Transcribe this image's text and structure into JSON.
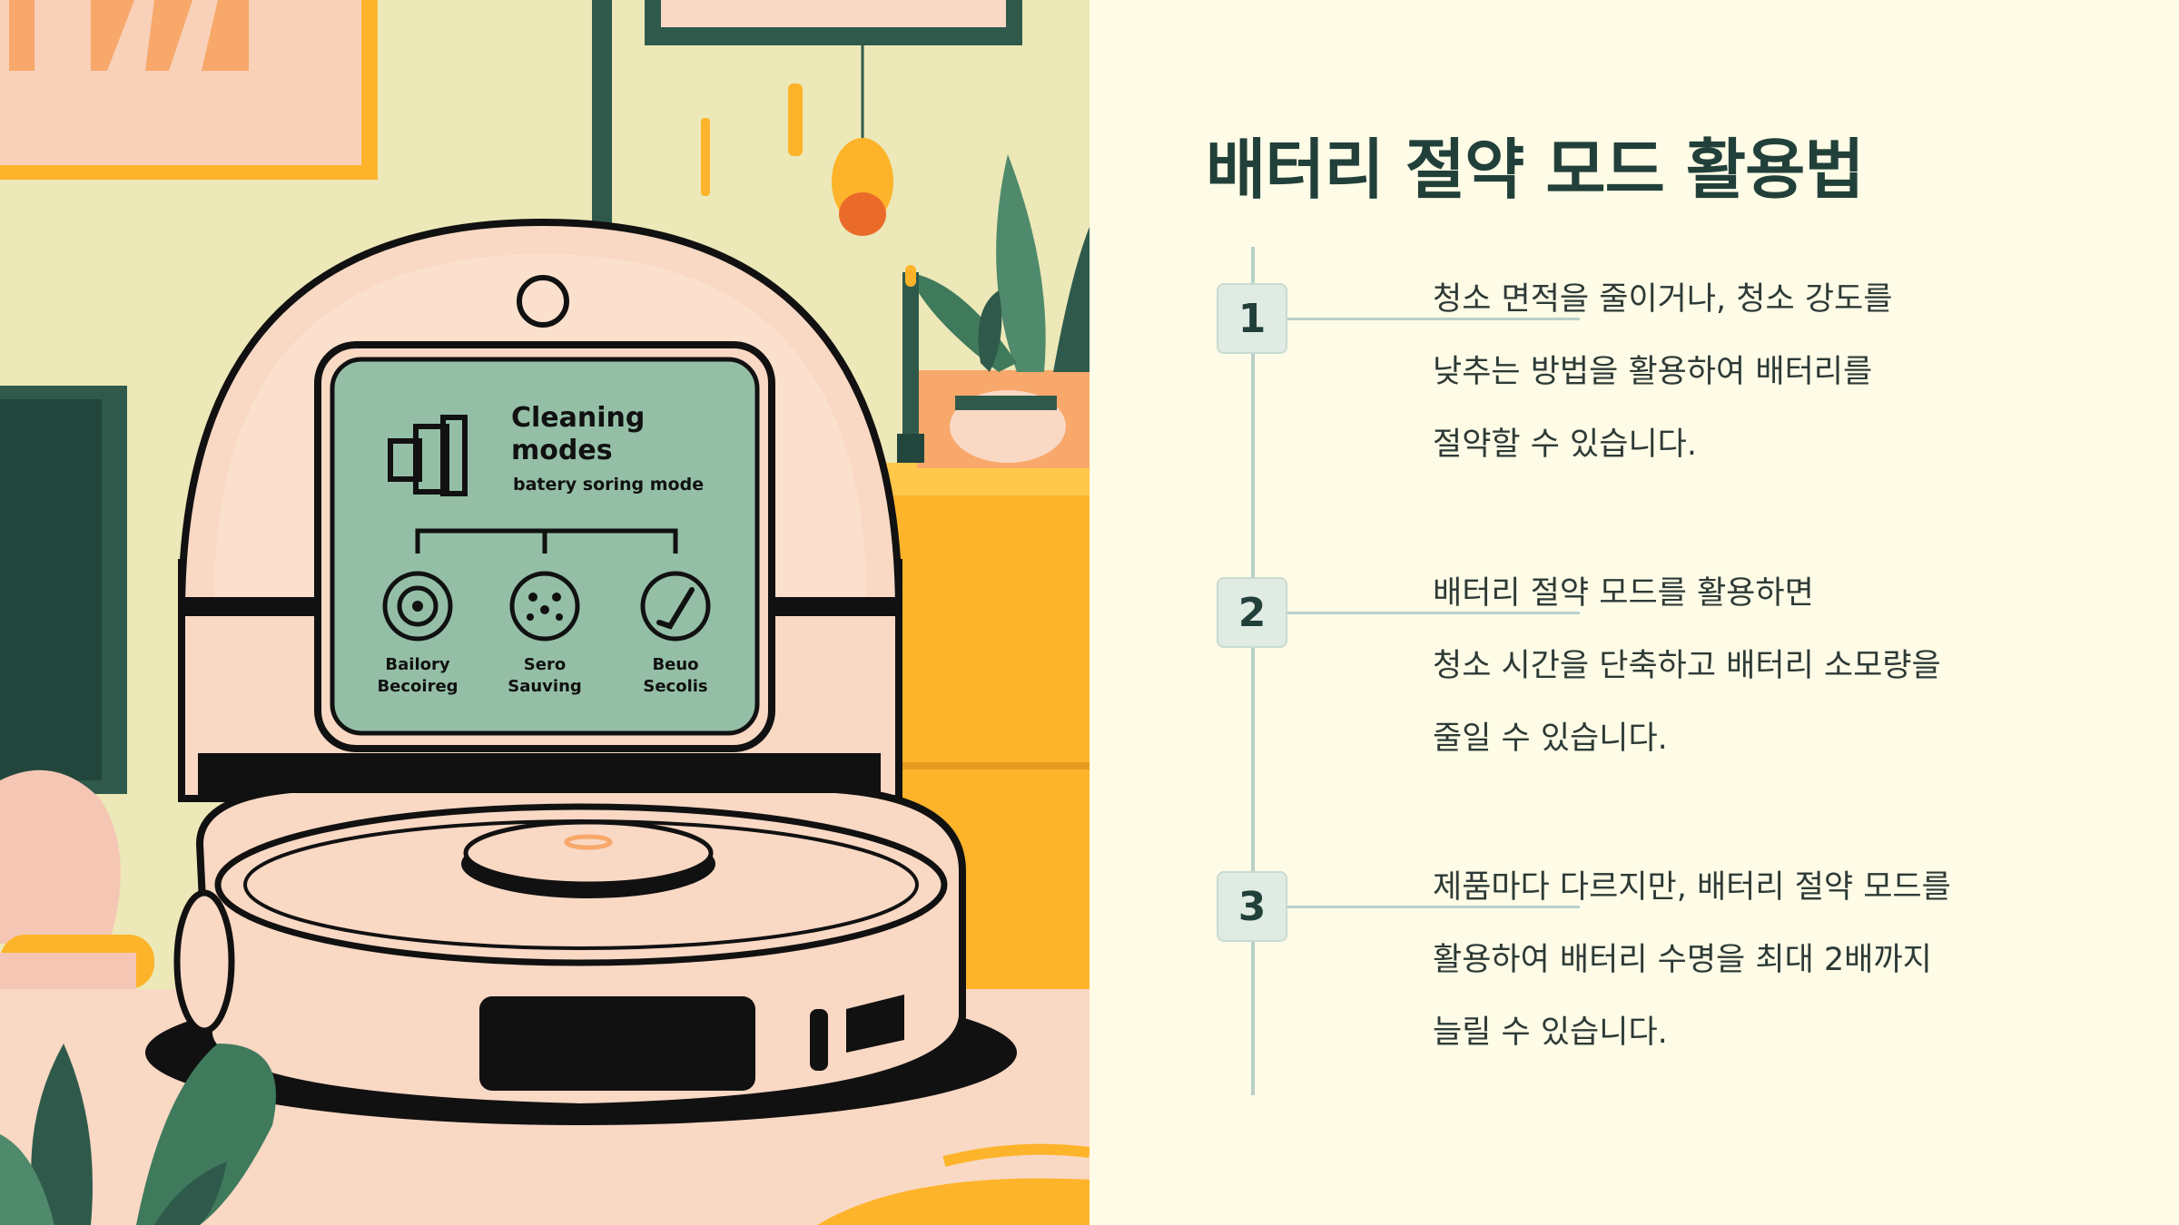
{
  "slide": {
    "title": "배터리 절약 모드 활용법",
    "steps": [
      {
        "number": "1",
        "lines": [
          "청소 면적을 줄이거나, 청소 강도를",
          "낮추는 방법을 활용하여 배터리를",
          "절약할 수 있습니다."
        ]
      },
      {
        "number": "2",
        "lines": [
          "배터리 절약 모드를 활용하면",
          "청소 시간을 단축하고 배터리 소모량을",
          "줄일 수 있습니다."
        ]
      },
      {
        "number": "3",
        "lines": [
          "제품마다 다르지만, 배터리 절약 모드를",
          "활용하여 배터리 수명을 최대 2배까지",
          "늘릴 수 있습니다."
        ]
      }
    ]
  },
  "illustration": {
    "screen": {
      "heading_line1": "Cleaning",
      "heading_line2": "modes",
      "subheading": "batery soring mode",
      "modes": [
        {
          "line1": "Bailory",
          "line2": "Becoireg",
          "icon": "target-icon"
        },
        {
          "line1": "Sero",
          "line2": "Sauving",
          "icon": "smiley-face-icon"
        },
        {
          "line1": "Beuo",
          "line2": "Secolis",
          "icon": "checkmark-icon"
        }
      ]
    },
    "colors": {
      "wall": "#ece8b8",
      "pink": "#f9d8c4",
      "orange": "#f7a86a",
      "yellow": "#fdb42a",
      "dark_green": "#2f5a4b",
      "screen_green": "#94bfa6",
      "black": "#111111"
    }
  }
}
